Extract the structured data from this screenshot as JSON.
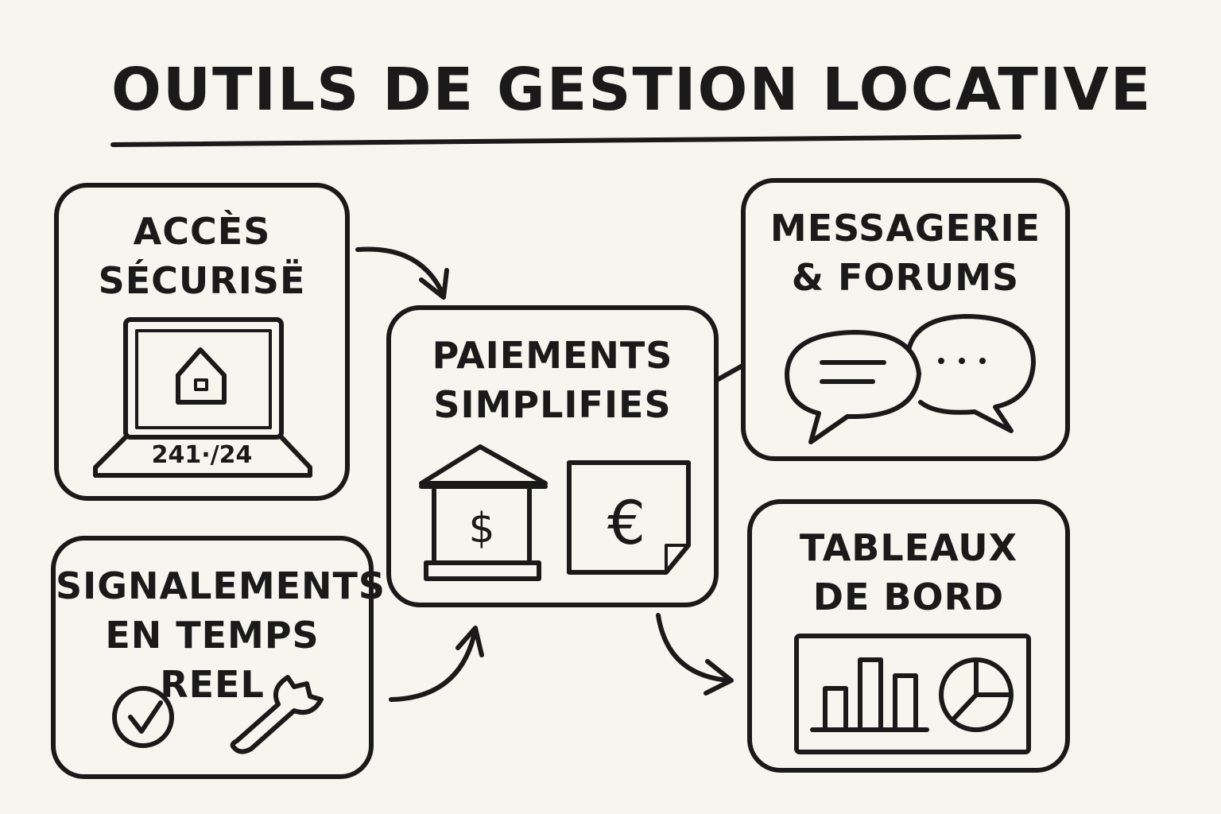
{
  "title": "OUTILS DE GESTION LOCATIVE",
  "boxes": {
    "acces": {
      "line1": "ACCÈS",
      "line2": "SÉCURISË",
      "screen_text": "241·/24"
    },
    "paiements": {
      "line1": "PAIEMENTS",
      "line2": "SIMPLIFIES",
      "dollar": "$",
      "euro": "€"
    },
    "messagerie": {
      "line1": "MESSAGERIE",
      "line2": "& FORUMS"
    },
    "signalements": {
      "line1": "SIGNALEMENTS",
      "line2": "EN TEMPS REEL"
    },
    "tableaux": {
      "line1": "TABLEAUX",
      "line2": "DE BORD"
    }
  },
  "icons": {
    "acces": [
      "laptop-icon",
      "house-icon"
    ],
    "paiements": [
      "bank-icon",
      "euro-document-icon"
    ],
    "messagerie": [
      "speech-bubbles-icon"
    ],
    "signalements": [
      "check-circle-icon",
      "wrench-icon"
    ],
    "tableaux": [
      "bar-chart-icon",
      "pie-chart-icon"
    ]
  }
}
